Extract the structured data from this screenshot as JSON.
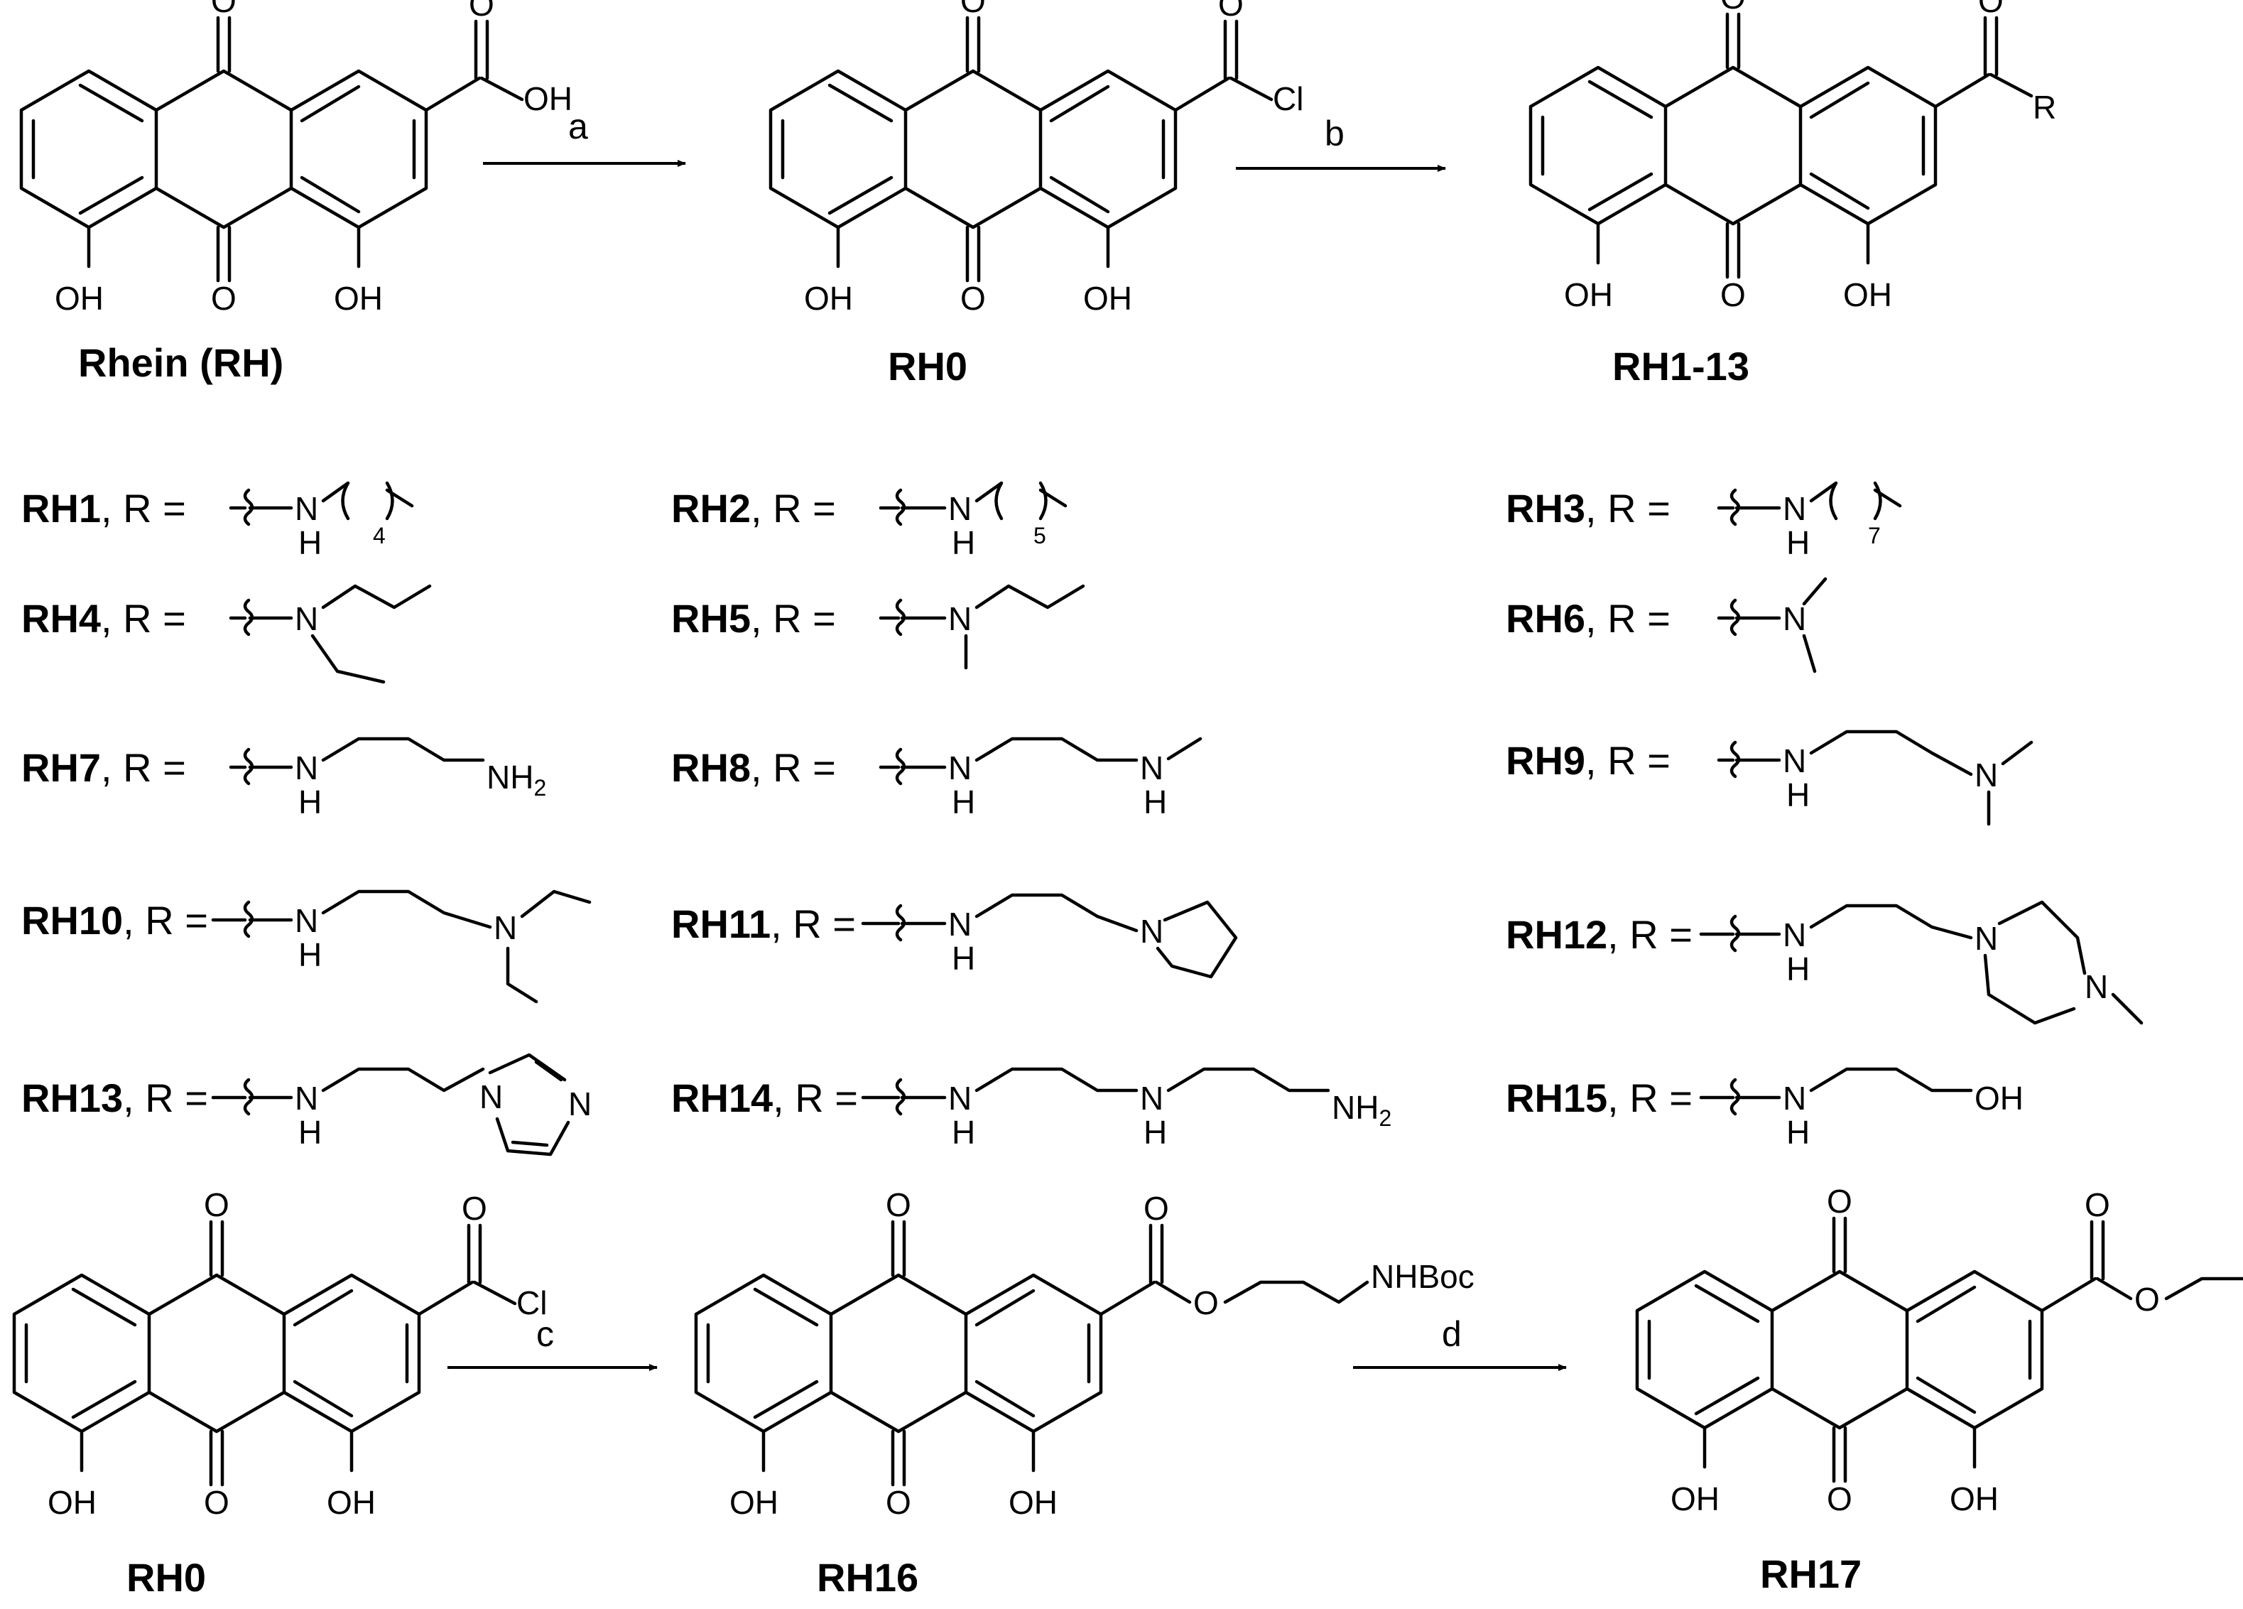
{
  "atoms": {
    "O": "O",
    "OH": "OH",
    "Cl": "Cl",
    "R": "R",
    "N": "N",
    "H": "H",
    "NH": "NH",
    "NH2": "NH",
    "sub2": "2",
    "NHBoc": "NHBoc"
  },
  "compounds": {
    "rhein": "Rhein (RH)",
    "rh0": "RH0",
    "rh1_13": "RH1-13",
    "rh0b": "RH0",
    "rh16": "RH16",
    "rh17": "RH17"
  },
  "steps": {
    "a": "a",
    "b": "b",
    "c": "c",
    "d": "d"
  },
  "r_prefix": ", R = ",
  "series": [
    {
      "name": "RH1",
      "sub": "4"
    },
    {
      "name": "RH2",
      "sub": "5"
    },
    {
      "name": "RH3",
      "sub": "7"
    },
    {
      "name": "RH4"
    },
    {
      "name": "RH5"
    },
    {
      "name": "RH6"
    },
    {
      "name": "RH7"
    },
    {
      "name": "RH8"
    },
    {
      "name": "RH9"
    },
    {
      "name": "RH10"
    },
    {
      "name": "RH11"
    },
    {
      "name": "RH12"
    },
    {
      "name": "RH13"
    },
    {
      "name": "RH14"
    },
    {
      "name": "RH15"
    }
  ]
}
